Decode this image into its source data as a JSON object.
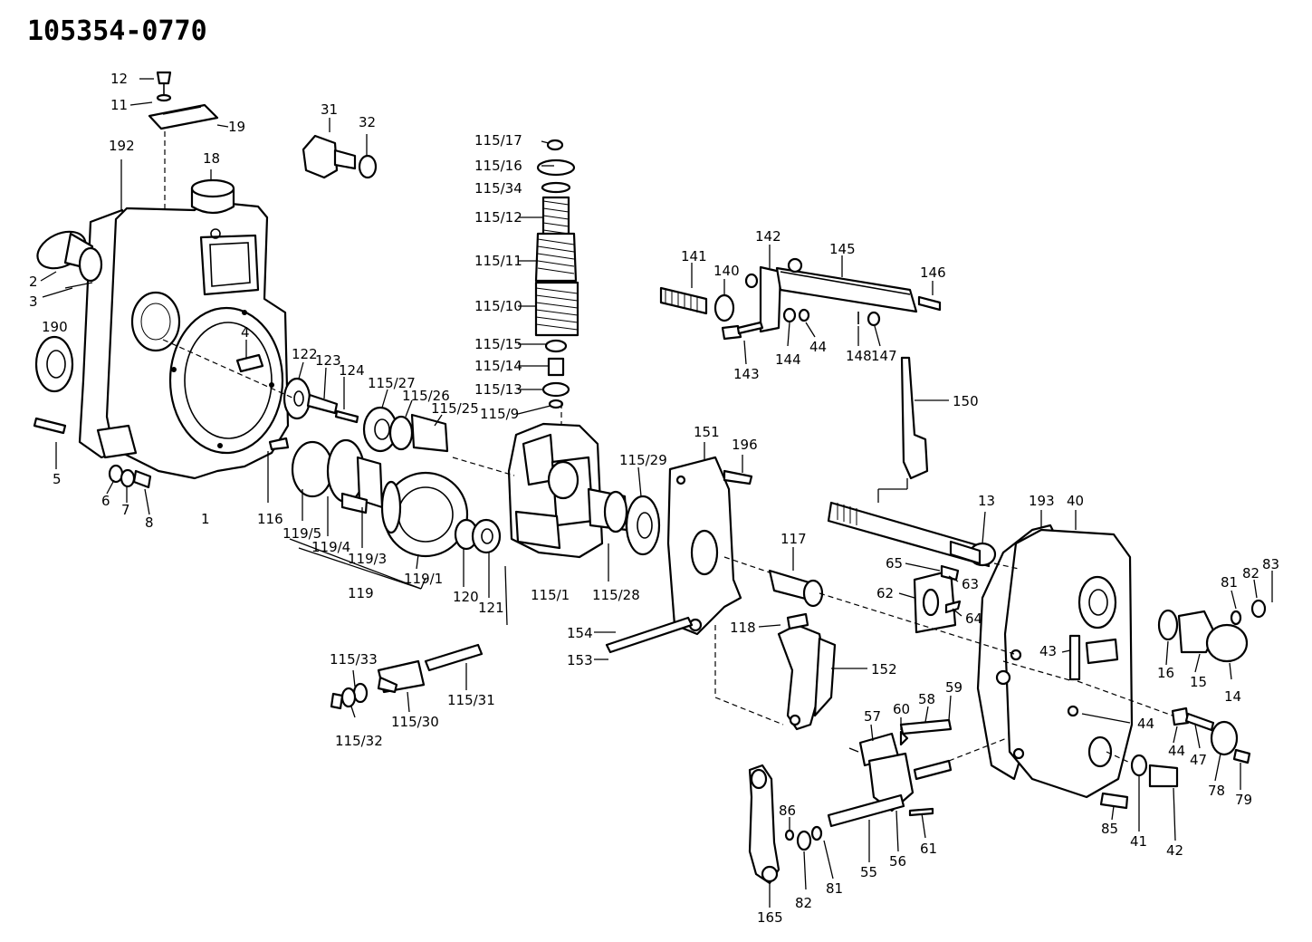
{
  "title": "105354-0770",
  "labels": [
    {
      "id": "12",
      "text": "12"
    },
    {
      "id": "11",
      "text": "11"
    },
    {
      "id": "19",
      "text": "19"
    },
    {
      "id": "192",
      "text": "192"
    },
    {
      "id": "18",
      "text": "18"
    },
    {
      "id": "31",
      "text": "31"
    },
    {
      "id": "32",
      "text": "32"
    },
    {
      "id": "2",
      "text": "2"
    },
    {
      "id": "3",
      "text": "3"
    },
    {
      "id": "190",
      "text": "190"
    },
    {
      "id": "4",
      "text": "4"
    },
    {
      "id": "5",
      "text": "5"
    },
    {
      "id": "6",
      "text": "6"
    },
    {
      "id": "7",
      "text": "7"
    },
    {
      "id": "8",
      "text": "8"
    },
    {
      "id": "1",
      "text": "1"
    },
    {
      "id": "115_17",
      "text": "115/17"
    },
    {
      "id": "115_16",
      "text": "115/16"
    },
    {
      "id": "115_34",
      "text": "115/34"
    },
    {
      "id": "115_12",
      "text": "115/12"
    },
    {
      "id": "115_11",
      "text": "115/11"
    },
    {
      "id": "115_10",
      "text": "115/10"
    },
    {
      "id": "115_15",
      "text": "115/15"
    },
    {
      "id": "115_14",
      "text": "115/14"
    },
    {
      "id": "115_13",
      "text": "115/13"
    },
    {
      "id": "115_9",
      "text": "115/9"
    },
    {
      "id": "122",
      "text": "122"
    },
    {
      "id": "123",
      "text": "123"
    },
    {
      "id": "124",
      "text": "124"
    },
    {
      "id": "115_27",
      "text": "115/27"
    },
    {
      "id": "115_26",
      "text": "115/26"
    },
    {
      "id": "115_25",
      "text": "115/25"
    },
    {
      "id": "116",
      "text": "116"
    },
    {
      "id": "119_5",
      "text": "119/5"
    },
    {
      "id": "119_4",
      "text": "119/4"
    },
    {
      "id": "119_3",
      "text": "119/3"
    },
    {
      "id": "119_1",
      "text": "119/1"
    },
    {
      "id": "119",
      "text": "119"
    },
    {
      "id": "120",
      "text": "120"
    },
    {
      "id": "121",
      "text": "121"
    },
    {
      "id": "115_1",
      "text": "115/1"
    },
    {
      "id": "115_28",
      "text": "115/28"
    },
    {
      "id": "115_29",
      "text": "115/29"
    },
    {
      "id": "115_33",
      "text": "115/33"
    },
    {
      "id": "115_30",
      "text": "115/30"
    },
    {
      "id": "115_32",
      "text": "115/32"
    },
    {
      "id": "115_31",
      "text": "115/31"
    },
    {
      "id": "141",
      "text": "141"
    },
    {
      "id": "140",
      "text": "140"
    },
    {
      "id": "142",
      "text": "142"
    },
    {
      "id": "145",
      "text": "145"
    },
    {
      "id": "146",
      "text": "146"
    },
    {
      "id": "143",
      "text": "143"
    },
    {
      "id": "144",
      "text": "144"
    },
    {
      "id": "44a",
      "text": "44"
    },
    {
      "id": "148",
      "text": "148"
    },
    {
      "id": "147",
      "text": "147"
    },
    {
      "id": "150",
      "text": "150"
    },
    {
      "id": "151",
      "text": "151"
    },
    {
      "id": "196",
      "text": "196"
    },
    {
      "id": "117",
      "text": "117"
    },
    {
      "id": "154",
      "text": "154"
    },
    {
      "id": "153",
      "text": "153"
    },
    {
      "id": "118",
      "text": "118"
    },
    {
      "id": "152",
      "text": "152"
    },
    {
      "id": "13",
      "text": "13"
    },
    {
      "id": "193",
      "text": "193"
    },
    {
      "id": "40",
      "text": "40"
    },
    {
      "id": "65",
      "text": "65"
    },
    {
      "id": "63",
      "text": "63"
    },
    {
      "id": "62",
      "text": "62"
    },
    {
      "id": "64",
      "text": "64"
    },
    {
      "id": "81a",
      "text": "81"
    },
    {
      "id": "82a",
      "text": "82"
    },
    {
      "id": "83",
      "text": "83"
    },
    {
      "id": "43",
      "text": "43"
    },
    {
      "id": "16",
      "text": "16"
    },
    {
      "id": "15",
      "text": "15"
    },
    {
      "id": "14",
      "text": "14"
    },
    {
      "id": "59",
      "text": "59"
    },
    {
      "id": "58",
      "text": "58"
    },
    {
      "id": "60",
      "text": "60"
    },
    {
      "id": "57",
      "text": "57"
    },
    {
      "id": "44b",
      "text": "44"
    },
    {
      "id": "44c",
      "text": "44"
    },
    {
      "id": "47",
      "text": "47"
    },
    {
      "id": "78",
      "text": "78"
    },
    {
      "id": "79",
      "text": "79"
    },
    {
      "id": "85",
      "text": "85"
    },
    {
      "id": "41",
      "text": "41"
    },
    {
      "id": "42",
      "text": "42"
    },
    {
      "id": "86",
      "text": "86"
    },
    {
      "id": "61",
      "text": "61"
    },
    {
      "id": "56",
      "text": "56"
    },
    {
      "id": "55",
      "text": "55"
    },
    {
      "id": "81b",
      "text": "81"
    },
    {
      "id": "82b",
      "text": "82"
    },
    {
      "id": "165",
      "text": "165"
    }
  ]
}
